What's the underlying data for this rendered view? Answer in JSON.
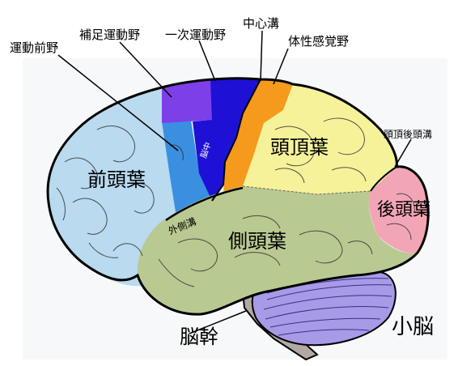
{
  "labels": {
    "premotor": "運動前野",
    "supplementary_motor": "補足運動野",
    "primary_motor": "一次運動野",
    "central_sulcus": "中心溝",
    "somatosensory": "体性感覚野",
    "parieto_occipital_sulcus": "頭頂後頭溝",
    "frontal_lobe": "前頭葉",
    "parietal_lobe": "頭頂葉",
    "occipital_lobe": "後頭葉",
    "temporal_lobe": "側頭葉",
    "lateral_sulcus": "外側溝",
    "brainstem": "脳幹",
    "cerebellum": "小脳",
    "inner_marker": "脳中"
  },
  "colors": {
    "frontal": "#b9daef",
    "premotor": "#3b8fe0",
    "supplementary": "#7c3fe8",
    "primary_motor": "#1f10d6",
    "somatosensory": "#f59a1c",
    "parietal": "#f6f29a",
    "occipital": "#f2a6b5",
    "temporal": "#b9c992",
    "cerebellum": "#a79ae6",
    "brainstem": "#b3a9a4",
    "outline": "#000000"
  }
}
